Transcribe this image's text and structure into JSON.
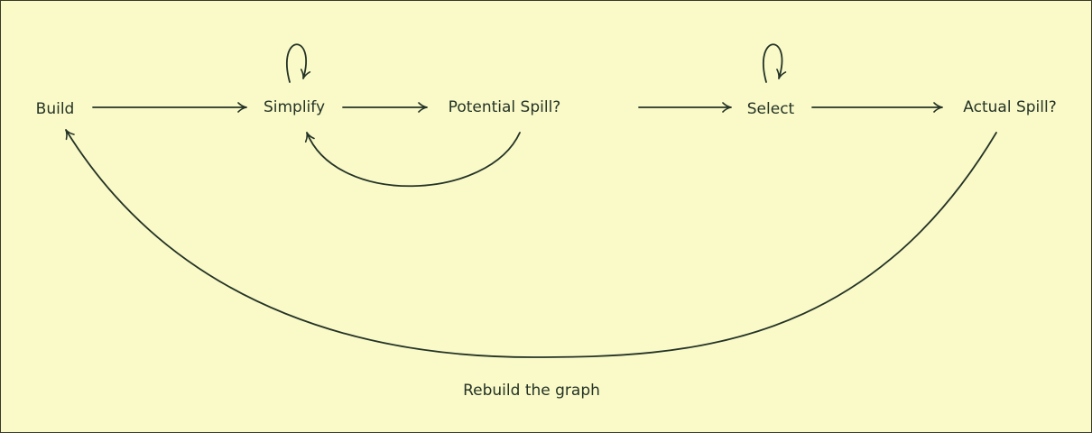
{
  "diagram": {
    "nodes": {
      "build": "Build",
      "simplify": "Simplify",
      "potential_spill": "Potential Spill?",
      "select": "Select",
      "actual_spill": "Actual Spill?"
    },
    "edge_labels": {
      "rebuild": "Rebuild the graph"
    },
    "colors": {
      "background": "#fafac8",
      "ink": "#243326"
    }
  }
}
